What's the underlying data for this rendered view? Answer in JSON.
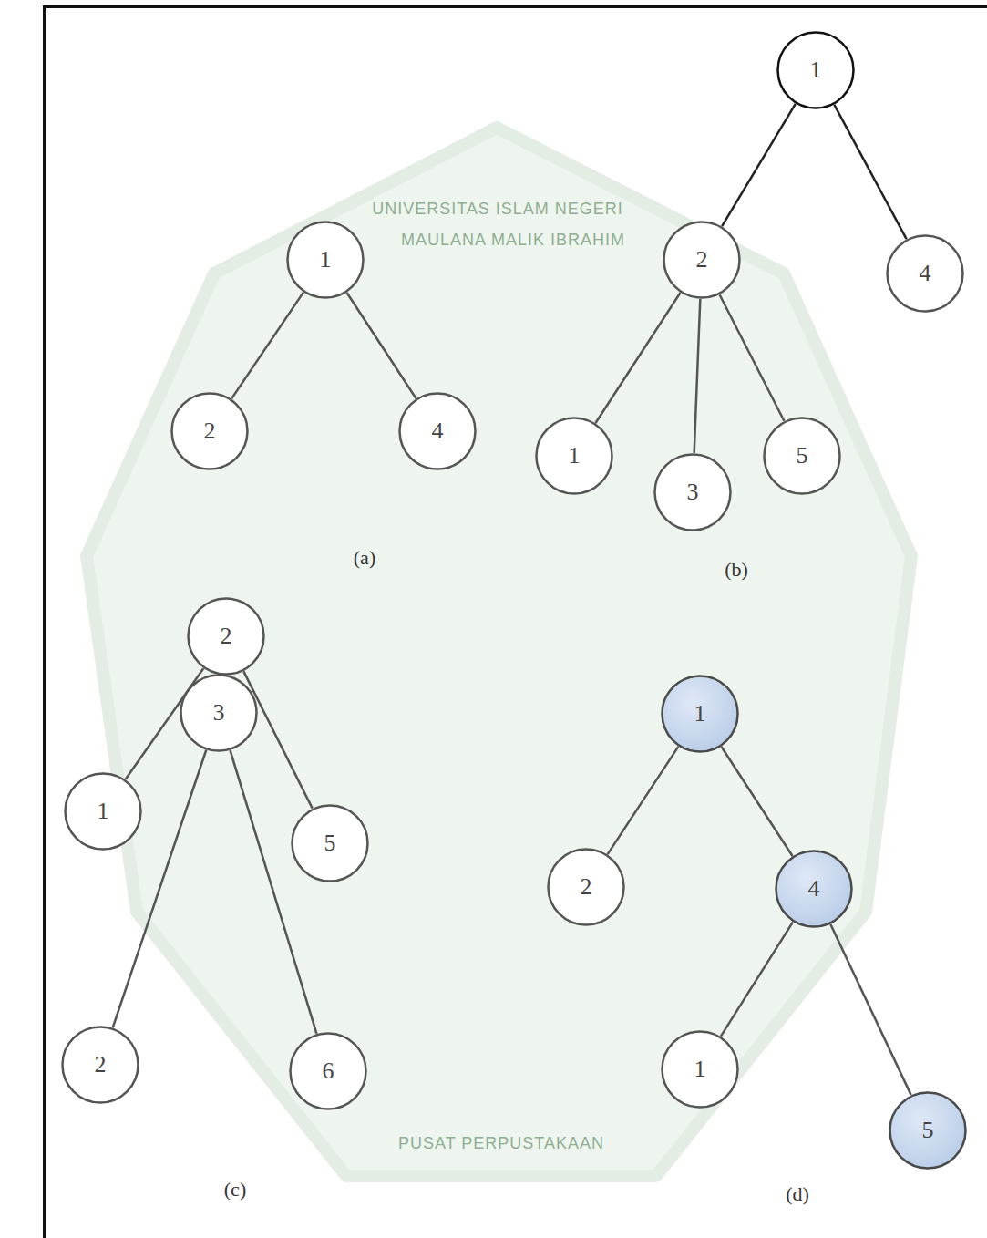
{
  "diagram": {
    "nodes": [
      {
        "text": [
          "1"
        ]
      },
      {
        "text": [
          "2"
        ]
      },
      {
        "text": [
          "4"
        ]
      },
      {
        "text": [
          "1"
        ]
      },
      {
        "text": [
          "2"
        ]
      },
      {
        "text": [
          "4"
        ]
      },
      {
        "text": [
          "1"
        ]
      },
      {
        "text": [
          "3"
        ]
      },
      {
        "text": [
          "5"
        ]
      },
      {
        "text": [
          "2"
        ]
      },
      {
        "text": [
          "1"
        ]
      },
      {
        "text": [
          "3"
        ]
      },
      {
        "text": [
          "5"
        ]
      },
      {
        "text": [
          "2"
        ]
      },
      {
        "text": [
          "6"
        ]
      },
      {
        "text": [
          "1"
        ]
      },
      {
        "text": [
          "2"
        ]
      },
      {
        "text": [
          "4"
        ]
      },
      {
        "text": [
          "1"
        ]
      },
      {
        "text": [
          "5"
        ]
      }
    ],
    "edges": [
      {
        "from": 0,
        "to": 1,
        "arrow": "none"
      },
      {
        "from": 0,
        "to": 2,
        "arrow": "none"
      },
      {
        "from": 3,
        "to": 4,
        "arrow": "none"
      },
      {
        "from": 3,
        "to": 5,
        "arrow": "none"
      },
      {
        "from": 4,
        "to": 6,
        "arrow": "none"
      },
      {
        "from": 4,
        "to": 7,
        "arrow": "none"
      },
      {
        "from": 4,
        "to": 8,
        "arrow": "none"
      },
      {
        "from": 9,
        "to": 10,
        "arrow": "none"
      },
      {
        "from": 9,
        "to": 11,
        "arrow": "none"
      },
      {
        "from": 9,
        "to": 12,
        "arrow": "none"
      },
      {
        "from": 11,
        "to": 13,
        "arrow": "none"
      },
      {
        "from": 11,
        "to": 14,
        "arrow": "none"
      },
      {
        "from": 15,
        "to": 16,
        "arrow": "none"
      },
      {
        "from": 15,
        "to": 17,
        "arrow": "none"
      },
      {
        "from": 17,
        "to": 18,
        "arrow": "none"
      },
      {
        "from": 17,
        "to": 19,
        "arrow": "none"
      }
    ],
    "labels": [
      "(a)",
      "(b)",
      "(c)",
      "(d)",
      "UNIVERSITAS ISLAM NEGERI",
      "MAULANA MALIK IBRAHIM",
      "PUSAT PERPUSTAKAAN"
    ]
  }
}
